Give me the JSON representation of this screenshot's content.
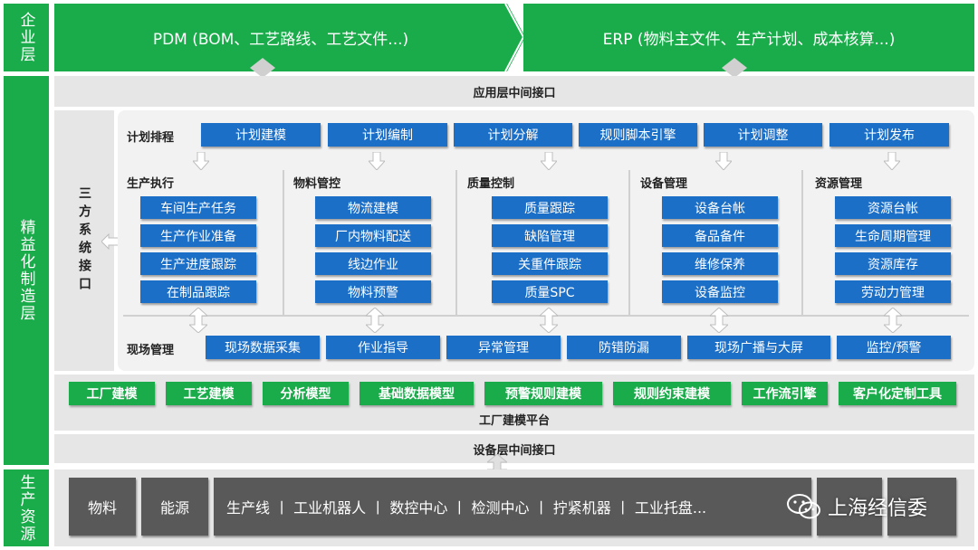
{
  "layers": {
    "enterprise": "企业层",
    "manufacturing": "精益化制造层",
    "resources": "生产资源"
  },
  "top": {
    "pdm": "PDM (BOM、工艺路线、工艺文件...)",
    "erp": "ERP (物料主文件、生产计划、成本核算...)"
  },
  "app_interface": "应用层中间接口",
  "third_party": "三方系统接口",
  "planning": {
    "label": "计划排程",
    "items": [
      "计划建模",
      "计划编制",
      "计划分解",
      "规则脚本引擎",
      "计划调整",
      "计划发布"
    ]
  },
  "modules": [
    {
      "title": "生产执行",
      "items": [
        "车间生产任务",
        "生产作业准备",
        "生产进度跟踪",
        "在制品跟踪"
      ]
    },
    {
      "title": "物料管控",
      "items": [
        "物流建模",
        "厂内物料配送",
        "线边作业",
        "物料预警"
      ]
    },
    {
      "title": "质量控制",
      "items": [
        "质量跟踪",
        "缺陷管理",
        "关重件跟踪",
        "质量SPC"
      ]
    },
    {
      "title": "设备管理",
      "items": [
        "设备台帐",
        "备品备件",
        "维修保养",
        "设备监控"
      ]
    },
    {
      "title": "资源管理",
      "items": [
        "资源台帐",
        "生命周期管理",
        "资源库存",
        "劳动力管理"
      ]
    }
  ],
  "site": {
    "label": "现场管理",
    "items": [
      "现场数据采集",
      "作业指导",
      "异常管理",
      "防错防漏",
      "现场广播与大屏",
      "监控/预警"
    ]
  },
  "factory": {
    "items": [
      "工厂建模",
      "工艺建模",
      "分析模型",
      "基础数据模型",
      "预警规则建模",
      "规则约束建模",
      "工作流引擎",
      "客户化定制工具"
    ],
    "platform_label": "工厂建模平台"
  },
  "device_interface": "设备层中间接口",
  "resources_row": {
    "material": "物料",
    "energy": "能源",
    "lines": "生产线 丨 工业机器人 丨 数控中心 丨 检测中心 丨 拧紧机器 丨 工业托盘..."
  },
  "watermark": "上海经信委",
  "colors": {
    "green": "#1aab4a",
    "blue": "#1c6fc7",
    "dark": "#595959",
    "gray": "#e6e6e6"
  }
}
